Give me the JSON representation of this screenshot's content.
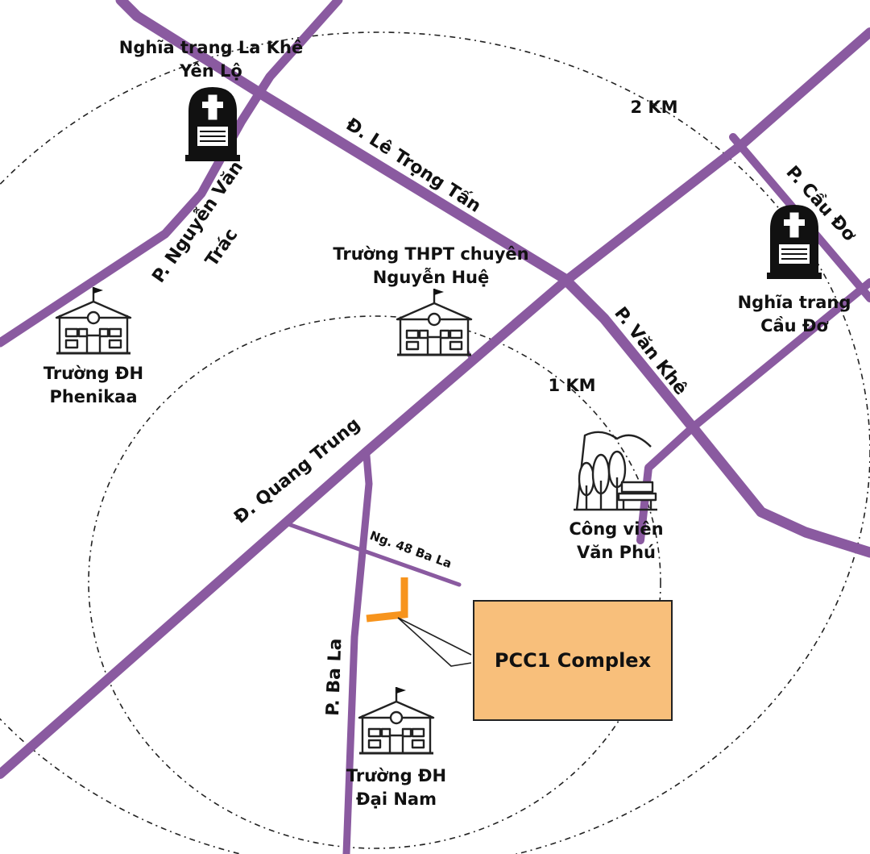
{
  "colors": {
    "road": "#8a5aa0",
    "site_marker": "#f7941d",
    "project_box_fill": "#f8bf7b",
    "ring": "#222222"
  },
  "rings": {
    "inner_label": "1 KM",
    "outer_label": "2 KM"
  },
  "roads": {
    "le_trong_tan": "Đ. Lê Trọng Tấn",
    "nguyen_van_trac_line1": "P. Nguyễn Văn",
    "nguyen_van_trac_line2": "Trác",
    "cau_do": "P. Cầu Đơ",
    "van_khe": "P. Văn Khê",
    "quang_trung": "Đ. Quang Trung",
    "ngo_48_ba_la": "Ng. 48 Ba La",
    "ba_la": "P. Ba La"
  },
  "pois": {
    "cemetery_la_khe": {
      "line1": "Nghĩa trang La Khê",
      "line2": "Yên Lộ",
      "icon": "tombstone-icon"
    },
    "cemetery_cau_do": {
      "line1": "Nghĩa trang",
      "line2": "Cầu Đơ",
      "icon": "tombstone-icon"
    },
    "school_nguyen_hue": {
      "line1": "Trường THPT chuyên",
      "line2": "Nguyễn Huệ",
      "icon": "school-icon"
    },
    "university_phenikaa": {
      "line1": "Trường ĐH",
      "line2": "Phenikaa",
      "icon": "school-icon"
    },
    "university_dai_nam": {
      "line1": "Trường ĐH",
      "line2": "Đại Nam",
      "icon": "school-icon"
    },
    "park_van_phu": {
      "line1": "Công viên",
      "line2": "Văn Phú",
      "icon": "park-icon"
    }
  },
  "project": {
    "label": "PCC1 Complex"
  }
}
